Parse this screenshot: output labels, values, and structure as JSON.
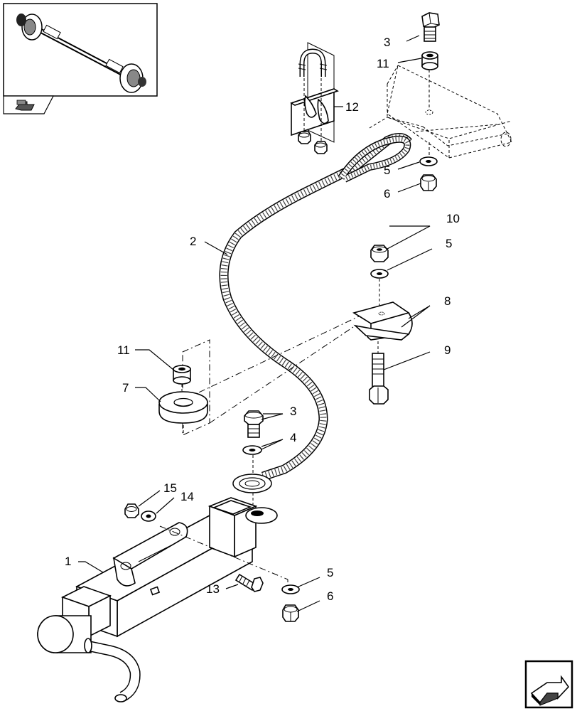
{
  "callouts": [
    {
      "id": "c1",
      "text": "1"
    },
    {
      "id": "c2",
      "text": "2"
    },
    {
      "id": "c3a",
      "text": "3"
    },
    {
      "id": "c3b",
      "text": "3"
    },
    {
      "id": "c4",
      "text": "4"
    },
    {
      "id": "c5a",
      "text": "5"
    },
    {
      "id": "c5b",
      "text": "5"
    },
    {
      "id": "c5c",
      "text": "5"
    },
    {
      "id": "c6a",
      "text": "6"
    },
    {
      "id": "c6b",
      "text": "6"
    },
    {
      "id": "c7",
      "text": "7"
    },
    {
      "id": "c8",
      "text": "8"
    },
    {
      "id": "c9",
      "text": "9"
    },
    {
      "id": "c10",
      "text": "10"
    },
    {
      "id": "c11a",
      "text": "11"
    },
    {
      "id": "c11b",
      "text": "11"
    },
    {
      "id": "c12",
      "text": "12"
    },
    {
      "id": "c13",
      "text": "13"
    },
    {
      "id": "c14",
      "text": "14"
    },
    {
      "id": "c15",
      "text": "15"
    }
  ],
  "icons": {
    "thumbnail": "axle-assembly-thumbnail",
    "prev_nav": "previous-page-arrow-icon",
    "next_nav": "next-page-arrow-icon"
  }
}
